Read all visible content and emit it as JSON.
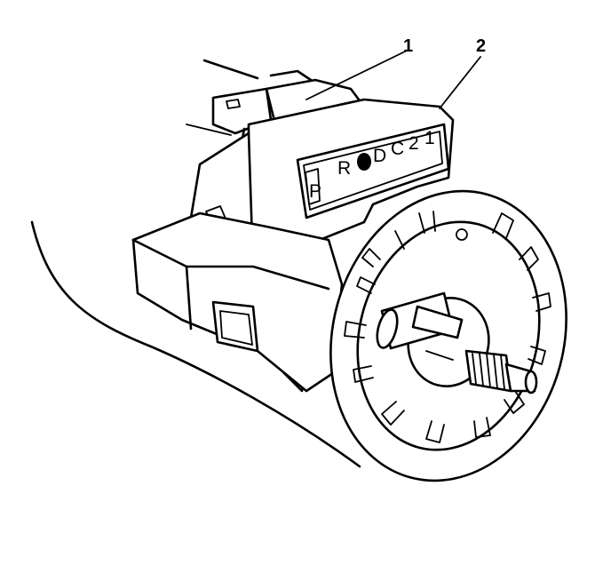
{
  "callouts": [
    {
      "id": "1",
      "label": "1"
    },
    {
      "id": "2",
      "label": "2"
    }
  ],
  "indicator": {
    "park_label": "P",
    "gears": [
      "R",
      "D",
      "C",
      "2",
      "1"
    ]
  }
}
